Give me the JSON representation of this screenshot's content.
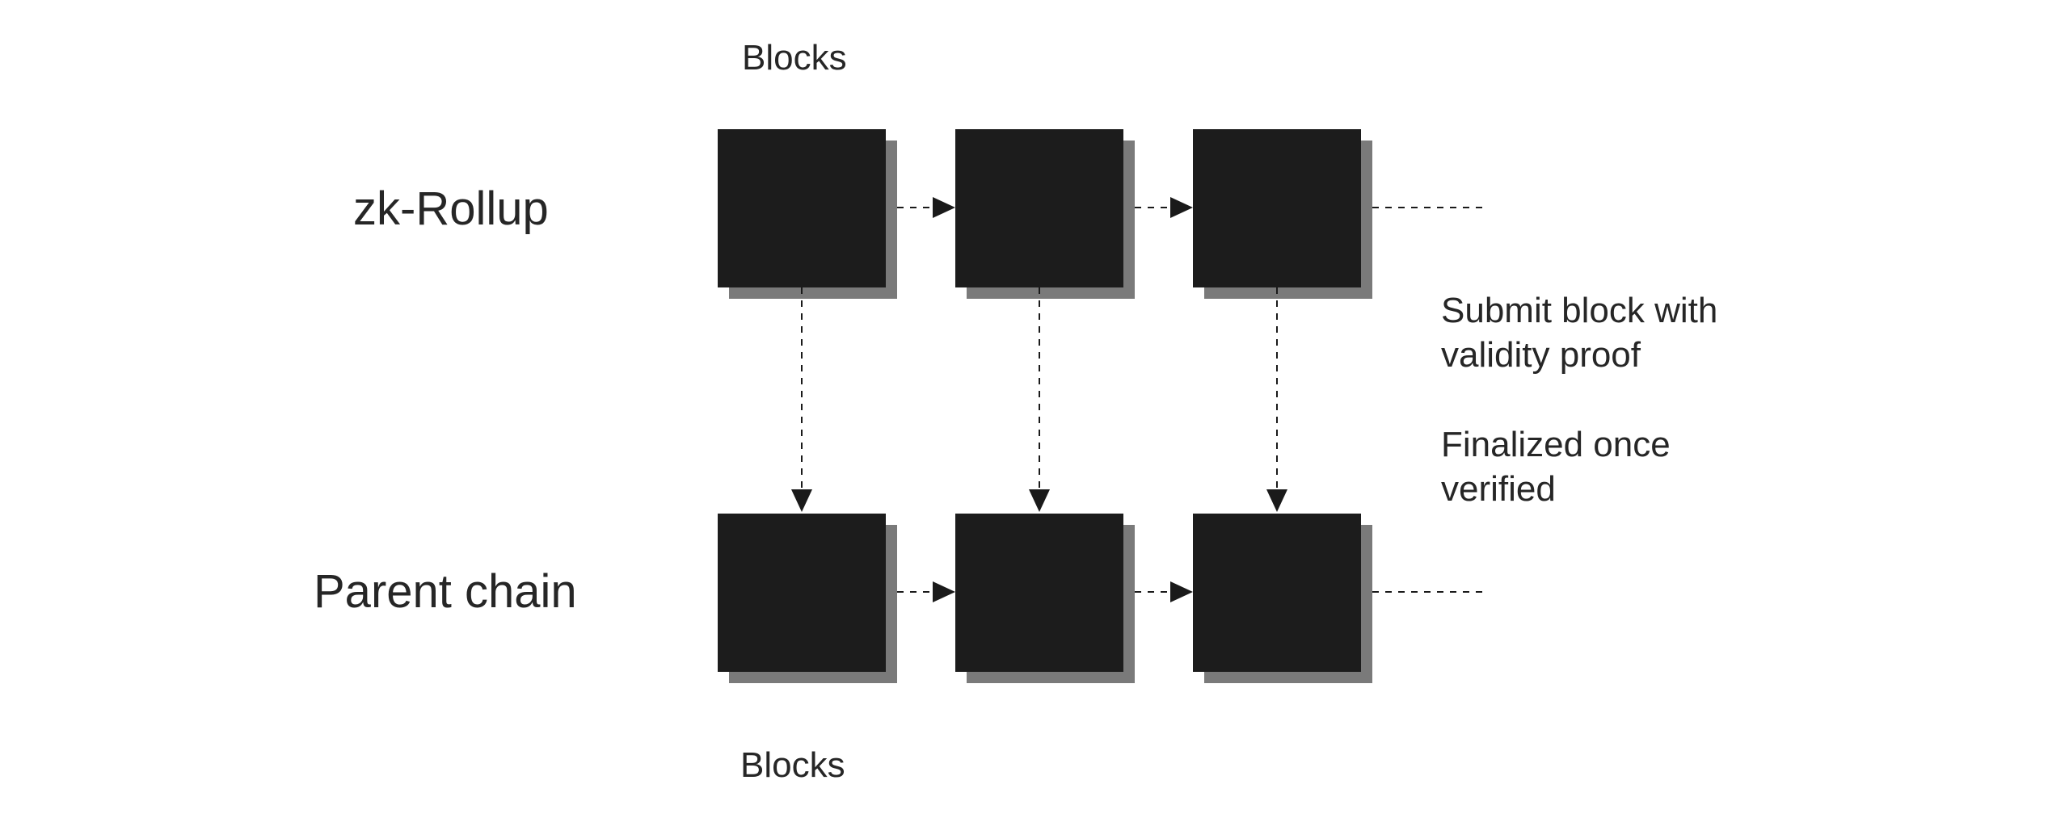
{
  "labels": {
    "blocks_top": "Blocks",
    "blocks_bottom": "Blocks",
    "zk_rollup": "zk-Rollup",
    "parent_chain": "Parent chain",
    "submit_note": "Submit block with validity proof",
    "finalized_note": "Finalized once verified"
  },
  "rows": [
    {
      "name": "zk-rollup",
      "block_count": 3
    },
    {
      "name": "parent-chain",
      "block_count": 3
    }
  ],
  "colors": {
    "block_fill": "#1c1c1c",
    "block_shadow": "#7a7a7a",
    "line": "#1a1a1a",
    "text": "#262626",
    "background": "#ffffff"
  }
}
